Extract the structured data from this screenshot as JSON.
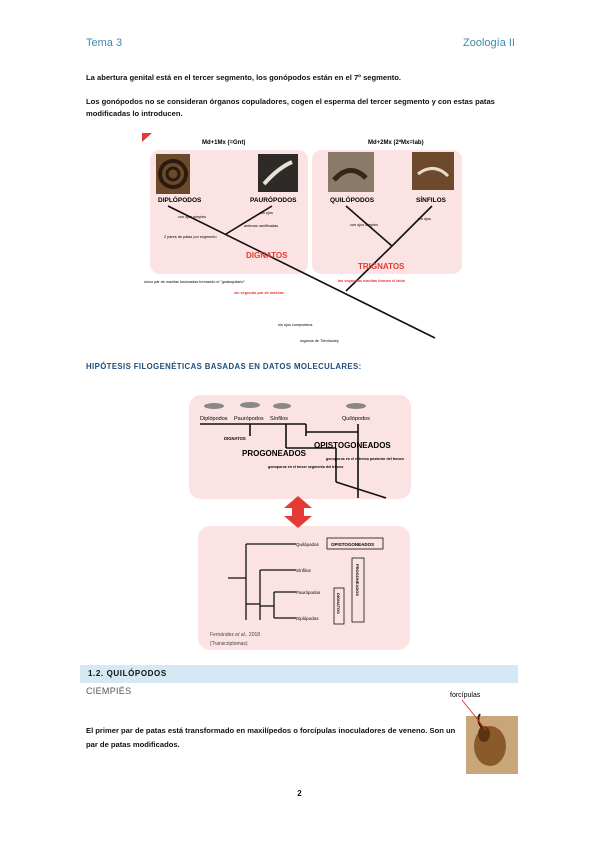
{
  "header": {
    "left": "Tema 3",
    "right": "Zoología II"
  },
  "paragraphs": {
    "p1": "La abertura genital está en el tercer segmento, los gonópodos están en el 7º segmento.",
    "p2": "Los gonópodos no se consideran órganos copuladores, cogen el esperma del tercer segmento y con estas patas modificadas lo introducen.",
    "p3": "El primer par de patas está transformado en maxilípedos o forcípulas inoculadores de veneno. Son un par de patas modificados."
  },
  "figure1": {
    "top_left_label": "Md+1Mx (=Gnt)",
    "top_right_label": "Md+2Mx (2ªMx=lab)",
    "taxa": [
      "DIPLÓPODOS",
      "PAURÓPODOS",
      "QUILÓPODOS",
      "SÍNFILOS"
    ],
    "notes": {
      "ojos1": "con ojos simples",
      "sinojos": "sin ojos",
      "antenas": "antenas ramificadas",
      "patas": "2 pares de patas por segmento",
      "ojos2": "con ojos simples",
      "sinojos2": "sin ojos",
      "gnatoquilario": "único par de maxilas fusionadas formando el \"gnatoquilario\"",
      "sinsegundo": "sin segundo par de maxilas",
      "segundas": "las segundas maxilas forman el labio",
      "compuestos": "sin ojos compuestos",
      "tomosvary": "órganos de Tömösváry"
    },
    "clades": {
      "dignatos": "DIGNATOS",
      "trignatos": "TRIGNATOS"
    }
  },
  "section_heading": "HIPÓTESIS FILOGENÉTICAS BASADAS EN DATOS MOLECULARES:",
  "figure2": {
    "taxa_top": [
      "Diplópodos",
      "Paurópodos",
      "Sínfilos",
      "Quilópodos"
    ],
    "dignatos": "DIGNATOS",
    "progoneados": "PROGONEADOS",
    "opistogoneados": "OPISTOGONEADOS",
    "gonoporo_tercer": "gonoporos en el tercer segmento del tronco",
    "gonoporo_extremo": "gonoporos en el extremo posterior del tronco",
    "tree_taxa": [
      "Quilópodos",
      "Sínfilos",
      "Paurópodos",
      "Diplópodos"
    ],
    "box_opist": "OPISTOGONEADOS",
    "box_prog": "PROGONEADOS",
    "box_dign": "DIGNATOS",
    "citation_a": "Fernández ",
    "citation_b": "et al.",
    "citation_c": ", 2018",
    "citation_d": "(Transcriptomas)"
  },
  "section": {
    "title": "1.2. QUILÓPODOS",
    "subtitle": "CIEMPIÉS"
  },
  "photo_label": "forcípulas",
  "page_number": "2"
}
